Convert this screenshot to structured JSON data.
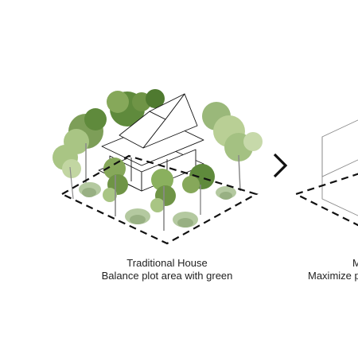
{
  "panels": [
    {
      "title": "Traditional House",
      "subtitle": "Balance plot area with green"
    },
    {
      "title": "M",
      "subtitle": "Maximize p"
    }
  ],
  "colors": {
    "line": "#111111",
    "foliage_dark": "#5f8a3c",
    "foliage_mid": "#86a85a",
    "foliage_light": "#b9cf95",
    "trunk": "#8a8a8a",
    "house_fill": "#ffffff",
    "text": "#222222"
  },
  "icons": {
    "arrow": "chevron-right-icon"
  }
}
